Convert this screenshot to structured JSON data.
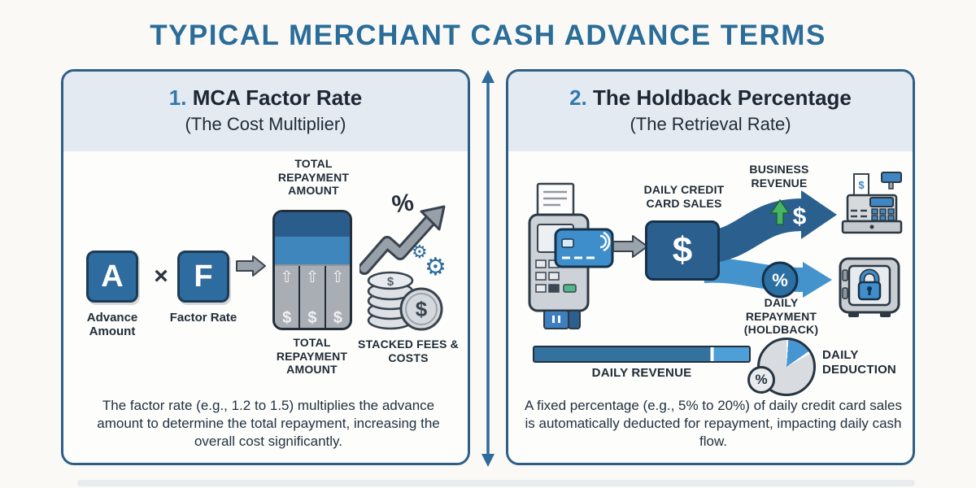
{
  "title": "TYPICAL MERCHANT CASH ADVANCE TERMS",
  "colors": {
    "title_blue": "#2b6d99",
    "accent_number_blue": "#3279ad",
    "panel_border": "#2e5f88",
    "header_bg": "#e3eaf1",
    "dark_blue": "#2b5f8e",
    "mid_blue": "#3f86bd",
    "light_blue": "#4e9fd8",
    "navy_text": "#1f2a36",
    "gray": "#a9aeb4",
    "green": "#49b465"
  },
  "left": {
    "number": "1.",
    "title": "MCA Factor Rate",
    "subtitle": "(The Cost Multiplier)",
    "a_letter": "A",
    "times": "×",
    "f_letter": "F",
    "a_label": "Advance Amount",
    "f_label": "Factor Rate",
    "repayment_top_label": "TOTAL REPAYMENT AMOUNT",
    "repayment_bottom_label": "TOTAL REPAYMENT AMOUNT",
    "percent": "%",
    "up_arrow": "⇧",
    "dollar": "$",
    "gear": "⚙",
    "stacked_label": "STACKED FEES & COSTS",
    "description": "The factor rate (e.g., 1.2 to 1.5) multiplies the advance amount to determine the total repayment, increasing the overall cost significantly."
  },
  "right": {
    "number": "2.",
    "title": "The Holdback Percentage",
    "subtitle": "(The Retrieval Rate)",
    "daily_sales_label": "DAILY CREDIT CARD SALES",
    "dollar": "$",
    "business_revenue_label": "BUSINESS REVENUE",
    "percent": "%",
    "daily_repayment_label": "DAILY REPAYMENT (HOLDBACK)",
    "daily_revenue_label": "DAILY REVENUE",
    "daily_deduction_label": "DAILY DEDUCTION",
    "description": "A fixed percentage (e.g., 5% to 20%) of daily credit card sales is automatically deducted for repayment, impacting daily cash flow."
  }
}
